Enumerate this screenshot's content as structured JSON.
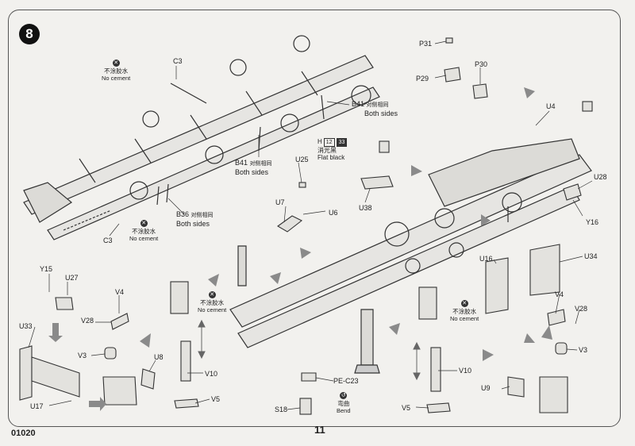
{
  "step": {
    "number": "8"
  },
  "footer": {
    "code": "01020",
    "page": "11"
  },
  "notes": {
    "no_cement_cn": "不涂胶水",
    "no_cement_en": "No cement",
    "both_sides_cn": "对侧相同",
    "both_sides_en": "Both sides",
    "bend_cn": "弯曲",
    "bend_en": "Bend"
  },
  "paint": {
    "prefix": "H",
    "code_a": "12",
    "code_b": "33",
    "name_cn": "消光黑",
    "name_en": "Flat black"
  },
  "parts": {
    "c3": "C3",
    "b41": "B41",
    "b36": "B36",
    "u25": "U25",
    "u7": "U7",
    "u6": "U6",
    "u38": "U38",
    "p31": "P31",
    "p30": "P30",
    "p29": "P29",
    "u4": "U4",
    "u28": "U28",
    "y16": "Y16",
    "y15": "Y15",
    "u27": "U27",
    "v4": "V4",
    "v28": "V28",
    "v3": "V3",
    "u8": "U8",
    "u33": "U33",
    "u17": "U17",
    "v10": "V10",
    "v5": "V5",
    "pe_c23": "PE-C23",
    "s18": "S18",
    "u16": "U16",
    "u34": "U34",
    "u9": "U9"
  }
}
